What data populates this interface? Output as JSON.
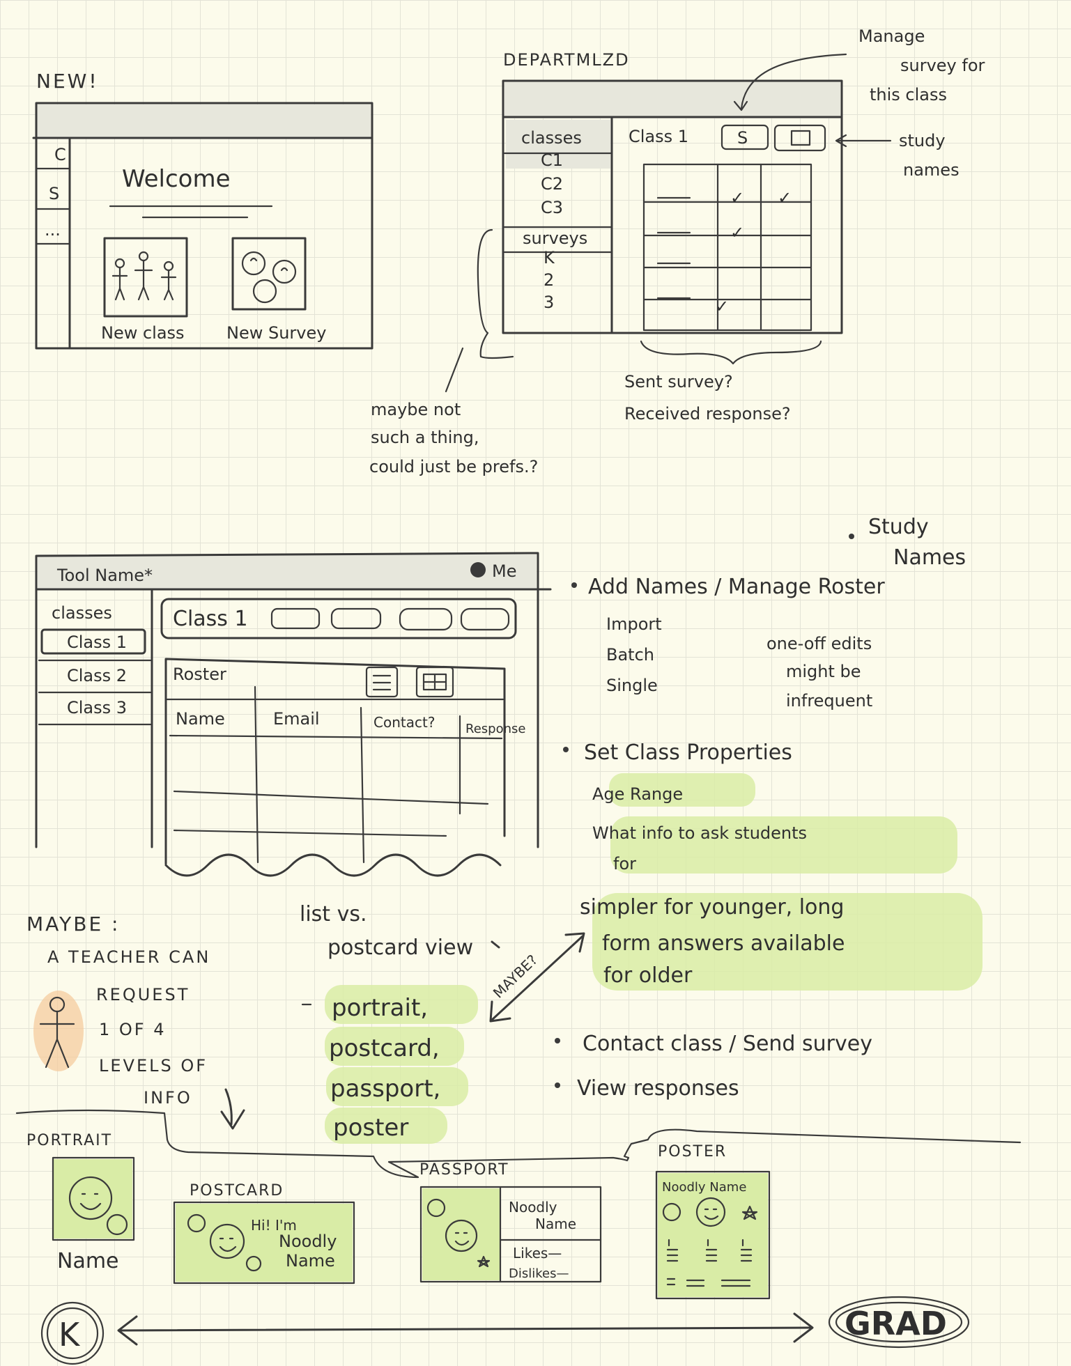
{
  "welcome_sketch": {
    "heading": "NEW!",
    "sidebar_items": [
      "C",
      "S",
      "..."
    ],
    "title": "Welcome",
    "cards": [
      {
        "label": "New class",
        "icon": "people-icon"
      },
      {
        "label": "New Survey",
        "icon": "faces-icon"
      }
    ]
  },
  "dept_sketch": {
    "heading": "DEPARTMLZD",
    "sidebar": {
      "classes_header": "classes",
      "classes": [
        "C1",
        "C2",
        "C3"
      ],
      "surveys_header": "surveys",
      "surveys": [
        "K",
        "2",
        "3"
      ]
    },
    "header_title": "Class 1",
    "survey_button": "S",
    "grid_checks": [
      "✓",
      "✓",
      "✓",
      "✓"
    ],
    "annotations": {
      "manage_survey": [
        "Manage",
        "survey for",
        "this class"
      ],
      "study_names": [
        "study",
        "names"
      ],
      "sent_survey": [
        "Sent survey?",
        "Received response?"
      ],
      "maybe_not": [
        "maybe not",
        "such a thing,",
        "could just be prefs.?"
      ]
    }
  },
  "tool_sketch": {
    "app_title": "Tool Name*",
    "user": "Me",
    "sidebar_header": "classes",
    "classes": [
      "Class 1",
      "Class 2",
      "Class 3"
    ],
    "header_title": "Class 1",
    "roster_title": "Roster",
    "columns": [
      "Name",
      "Email",
      "Contact?",
      "Response"
    ]
  },
  "notes": {
    "study_names": [
      "Study",
      "Names"
    ],
    "add_names": "Add Names / Manage Roster",
    "add_sub": [
      "Import",
      "Batch",
      "Single"
    ],
    "one_off": [
      "one-off edits",
      "might be",
      "infrequent"
    ],
    "set_props": "Set Class Properties",
    "props_sub": [
      "Age Range",
      "What info to ask students",
      "for"
    ],
    "simpler": [
      "simpler for younger, long",
      "form answers available",
      "for older"
    ],
    "contact": "Contact class / Send survey",
    "view": "View responses"
  },
  "maybe_block": {
    "lines": [
      "MAYBE :",
      "A TEACHER CAN",
      "REQUEST",
      "1 OF 4",
      "LEVELS OF",
      "INFO"
    ],
    "list_vs": [
      "list vs.",
      "postcard view"
    ],
    "formats": [
      "portrait,",
      "postcard,",
      "passport,",
      "poster"
    ],
    "arrow_label": "MAYBE?"
  },
  "levels": {
    "portrait": {
      "title": "PORTRAIT",
      "name": "Name"
    },
    "postcard": {
      "title": "POSTCARD",
      "text": [
        "Hi! I'm",
        "Noodly",
        "Name"
      ]
    },
    "passport": {
      "title": "PASSPORT",
      "text": [
        "Noodly",
        "Name",
        "Likes—",
        "Dislikes—"
      ]
    },
    "poster": {
      "title": "POSTER",
      "text": "Noodly Name"
    },
    "scale_start": "K",
    "scale_end": "GRAD"
  },
  "colors": {
    "paper": "#fcfbeb",
    "ink": "#2f2f2f",
    "highlight": "#d9eca6",
    "person": "#f5c99a"
  }
}
